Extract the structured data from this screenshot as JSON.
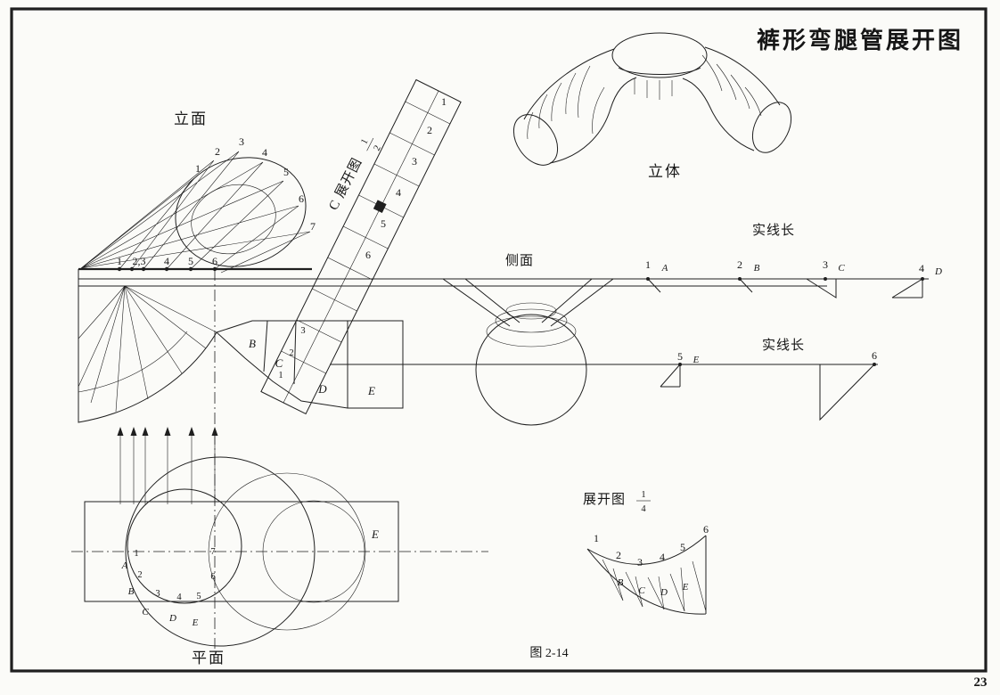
{
  "page": {
    "title": "裤形弯腿管展开图",
    "figure_caption": "图 2-14",
    "page_number": "23"
  },
  "colors": {
    "ink": "#1f1f1f",
    "paper": "#fbfbf8"
  },
  "views": {
    "pictorial": {
      "label": "立体"
    },
    "elevation": {
      "label": "立面",
      "point_numbers": [
        "1",
        "2",
        "3",
        "4",
        "5",
        "6",
        "7"
      ]
    },
    "c_development": {
      "label": "C 展开图",
      "scale_numerator": "1",
      "scale_denominator": "2",
      "strip_numbers": [
        "1",
        "2",
        "3",
        "4",
        "5",
        "6"
      ],
      "joint_numbers": [
        "1",
        "2",
        "3"
      ]
    },
    "front_view": {
      "top_numbers": [
        "1",
        "2,3",
        "4",
        "5",
        "6"
      ],
      "region_letters": [
        "B",
        "C",
        "D",
        "E"
      ]
    },
    "side_view": {
      "label": "侧面"
    },
    "true_length_top": {
      "label": "实线长",
      "stations": [
        {
          "number": "1",
          "letter": "A"
        },
        {
          "number": "2",
          "letter": "B"
        },
        {
          "number": "3",
          "letter": "C"
        },
        {
          "number": "4",
          "letter": "D"
        }
      ]
    },
    "true_length_bottom": {
      "label": "实线长",
      "stations": [
        {
          "number": "5",
          "letter": "E"
        },
        {
          "number": "6",
          "letter": ""
        }
      ]
    },
    "development_quarter": {
      "label": "展开图",
      "scale_numerator": "1",
      "scale_denominator": "4",
      "point_numbers": [
        "1",
        "2",
        "3",
        "4",
        "5",
        "6"
      ],
      "segment_letters": [
        "B",
        "C",
        "D",
        "E"
      ]
    },
    "plan": {
      "label": "平面",
      "point_numbers": [
        "1",
        "2",
        "3",
        "4",
        "5",
        "6",
        "7"
      ],
      "arc_letters": [
        "A",
        "B",
        "C",
        "D",
        "E"
      ],
      "right_letter": "E"
    }
  }
}
